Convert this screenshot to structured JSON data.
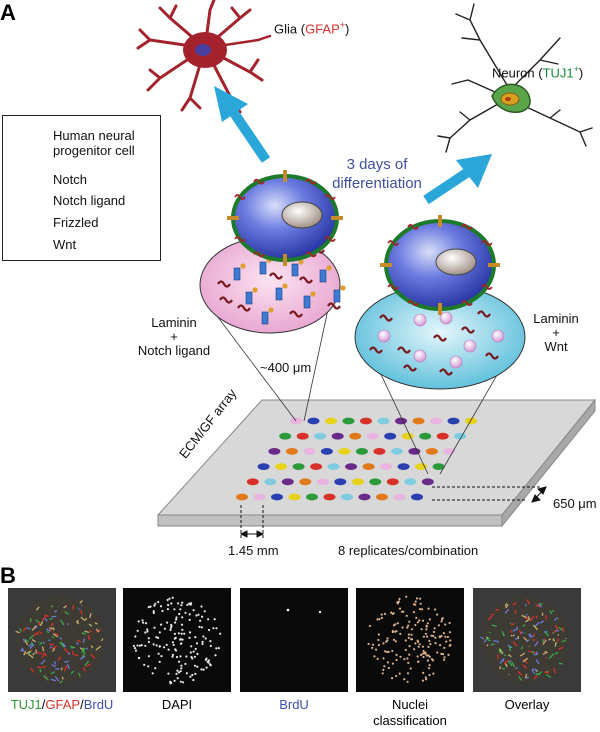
{
  "panel_a": {
    "letter": "A",
    "glia_label": "Glia (",
    "glia_marker": "GFAP",
    "glia_sup": "+",
    "glia_close": ")",
    "neuron_label": "Neuron (",
    "neuron_marker": "TUJ1",
    "neuron_sup": "+",
    "neuron_close": ")",
    "differentiation_line1": "3 days of",
    "differentiation_line2": "differentiation",
    "laminin_left": "Laminin",
    "plus_left": "+",
    "notch_ligand_left": "Notch ligand",
    "laminin_right": "Laminin",
    "plus_right": "+",
    "wnt_right": "Wnt",
    "spot_size": "~400 μm",
    "array_label": "ECM/GF array",
    "spacing_vertical": "650 μm",
    "spacing_horizontal": "1.45 mm",
    "replicates": "8 replicates/combination"
  },
  "legend": {
    "items": [
      {
        "icon": "neural-progenitor-icon",
        "label_line1": "Human neural",
        "label_line2": "progenitor cell"
      },
      {
        "icon": "notch-icon",
        "label_line1": "Notch"
      },
      {
        "icon": "notch-ligand-icon",
        "label_line1": "Notch ligand"
      },
      {
        "icon": "frizzled-icon",
        "label_line1": "Frizzled"
      },
      {
        "icon": "wnt-icon",
        "label_line1": "Wnt"
      }
    ]
  },
  "panel_b": {
    "letter": "B",
    "captions": {
      "c1_tuj1": "TUJ1",
      "c1_slash1": "/",
      "c1_gfap": "GFAP",
      "c1_slash2": "/",
      "c1_brdu": "BrdU",
      "c2": "DAPI",
      "c3": "BrdU",
      "c4_line1": "Nuclei",
      "c4_line2": "classification",
      "c5": "Overlay"
    }
  },
  "colors": {
    "arrow": "#2aa6d9",
    "glia": "#a4222c",
    "neuron": "#1a8a3a",
    "blue_text": "#3f4fa3",
    "cell_body": "#3d4fc2",
    "left_bubble": "#eeb6d8",
    "right_bubble": "#7fcbe0",
    "gfap_red": "#d8312a",
    "tuj1_green": "#2e9a3a",
    "brdu_blue": "#3b50b0"
  }
}
